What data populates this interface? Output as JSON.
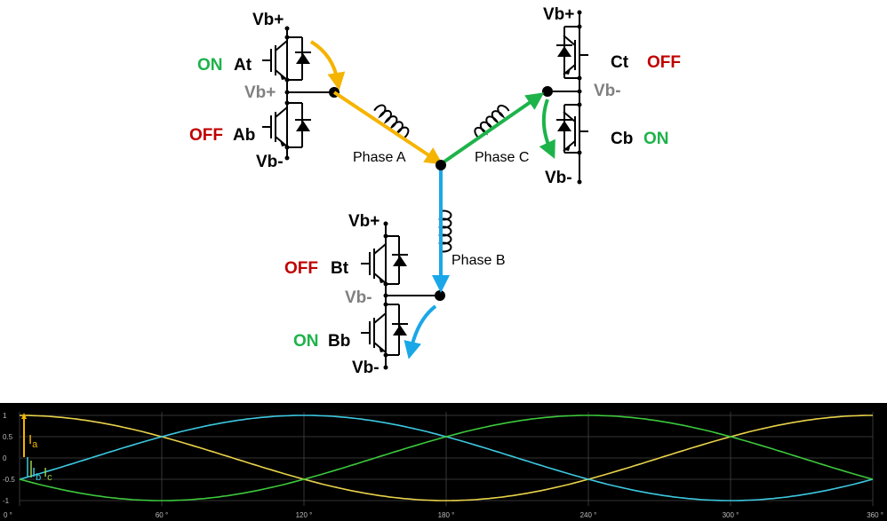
{
  "labels": {
    "vbplus": "Vb+",
    "vbminus": "Vb-",
    "on": "ON",
    "off": "OFF",
    "at": "At",
    "ab": "Ab",
    "bt": "Bt",
    "bb": "Bb",
    "ct": "Ct",
    "cb": "Cb",
    "phase_a": "Phase A",
    "phase_b": "Phase B",
    "phase_c": "Phase C"
  },
  "colors": {
    "phase_a": "#f5b400",
    "phase_b": "#1aa7e8",
    "phase_c": "#1db34a",
    "on": "#1db34a",
    "off": "#c00000",
    "wave_a": "#e8d24a",
    "wave_b": "#3cc8e0",
    "wave_c": "#3cc83c",
    "plot_bg": "#000000"
  },
  "chart_data": {
    "type": "line",
    "x_tick_labels": [
      "0 °",
      "60 °",
      "120 °",
      "180 °",
      "240 °",
      "300 °",
      "360 °"
    ],
    "xlim": [
      0,
      360
    ],
    "y_tick_labels": [
      "1",
      "0.5",
      "0",
      "-0.5",
      "-1"
    ],
    "ylim": [
      -1,
      1
    ],
    "grid": true,
    "series": [
      {
        "key": "a",
        "color": "#e8d24a",
        "phase_deg": 0
      },
      {
        "key": "b",
        "color": "#3cc8e0",
        "phase_deg": -120
      },
      {
        "key": "c",
        "color": "#3cc83c",
        "phase_deg": 120
      }
    ],
    "annotations": {
      "ia": {
        "main": "I",
        "sub": "a",
        "color": "#f5b400"
      },
      "ib": {
        "main": "I",
        "sub": "b",
        "color": "#3cc8e0"
      },
      "ic": {
        "main": "I",
        "sub": "c",
        "color": "#9ad04a"
      }
    }
  }
}
